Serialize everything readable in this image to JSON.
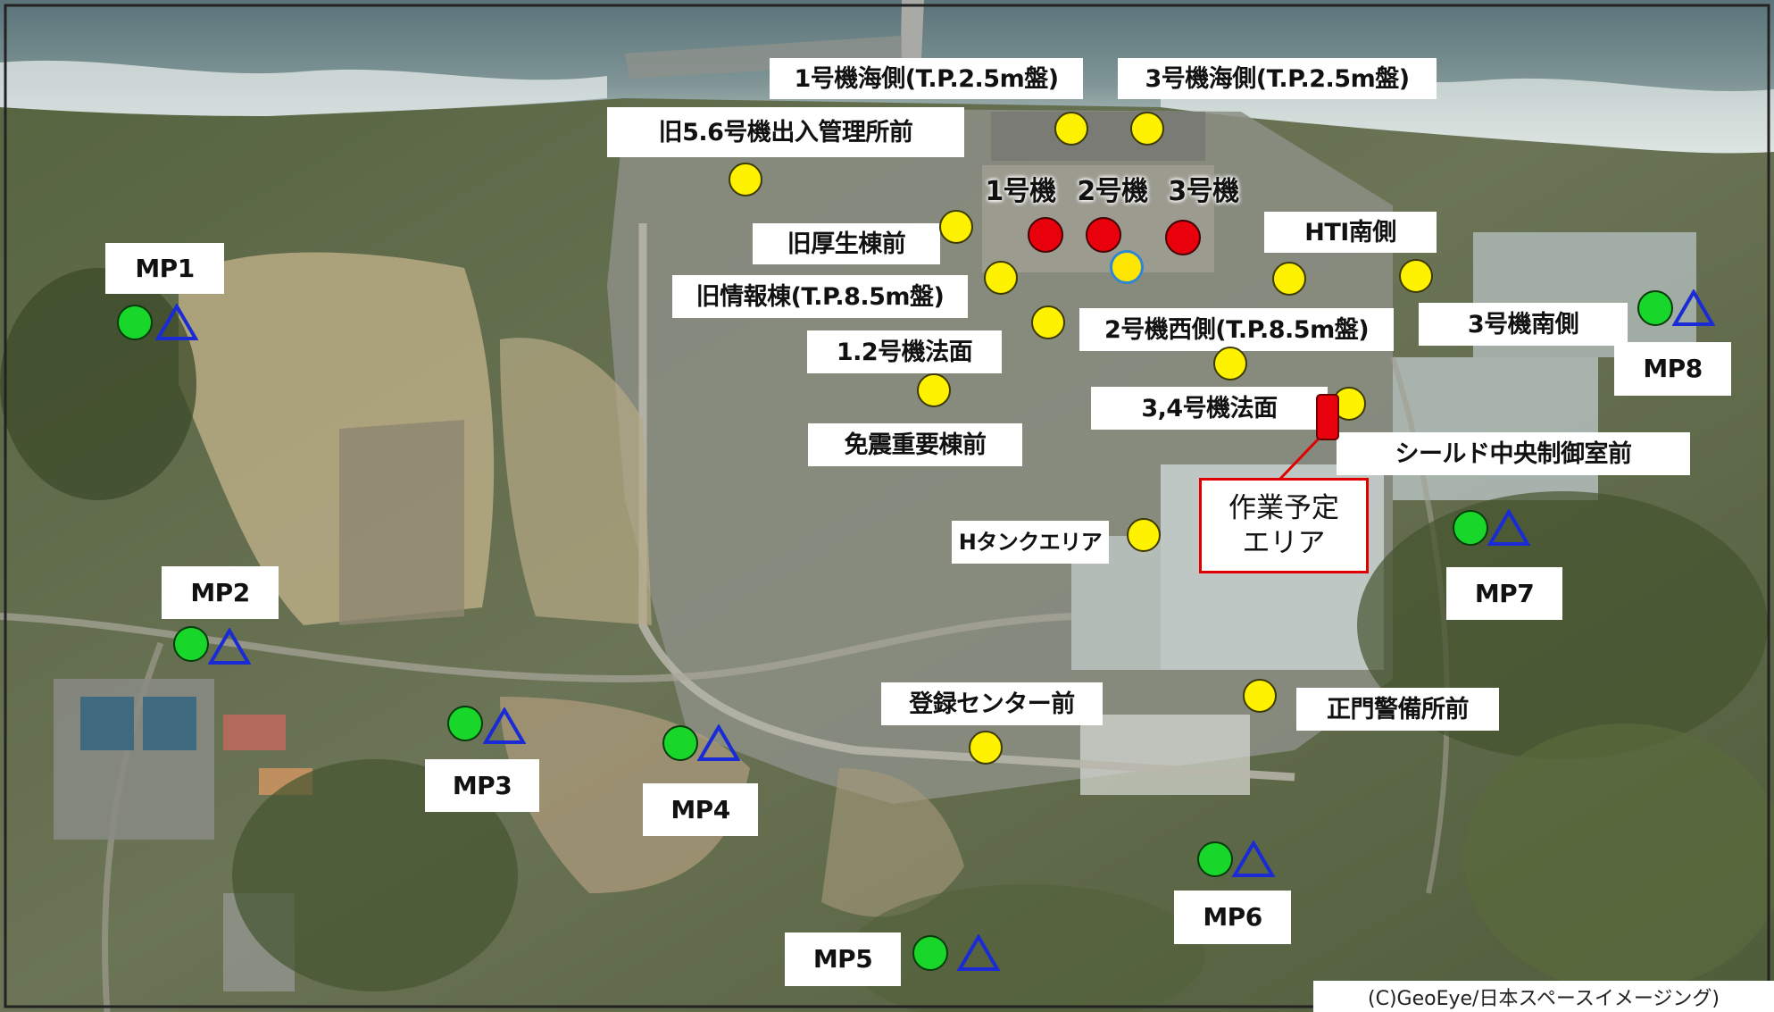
{
  "map": {
    "credit": "(C)GeoEye/日本スペースイメージング)",
    "work_area": {
      "line1": "作業予定",
      "line2": "エリア"
    },
    "monitoring_posts": [
      "MP1",
      "MP2",
      "MP3",
      "MP4",
      "MP5",
      "MP6",
      "MP7",
      "MP8"
    ],
    "reactor_labels": [
      "1号機",
      "2号機",
      "3号機"
    ],
    "point_labels": [
      "1号機海側(T.P.2.5m盤)",
      "3号機海側(T.P.2.5m盤)",
      "旧5.6号機出入管理所前",
      "旧厚生棟前",
      "HTI南側",
      "旧情報棟(T.P.8.5m盤)",
      "2号機西側(T.P.8.5m盤)",
      "3号機南側",
      "1.2号機法面",
      "3,4号機法面",
      "免震重要棟前",
      "シールド中央制御室前",
      "Hタンクエリア",
      "登録センター前",
      "正門警備所前"
    ],
    "colors": {
      "survey_point": "#fff200",
      "reactor": "#e8000c",
      "monitoring_post": "#19d62b",
      "triangle": "#1a2bd6",
      "work_area_border": "#e00000",
      "sea": "#5f7a80",
      "land": "#6f7a5e"
    }
  }
}
